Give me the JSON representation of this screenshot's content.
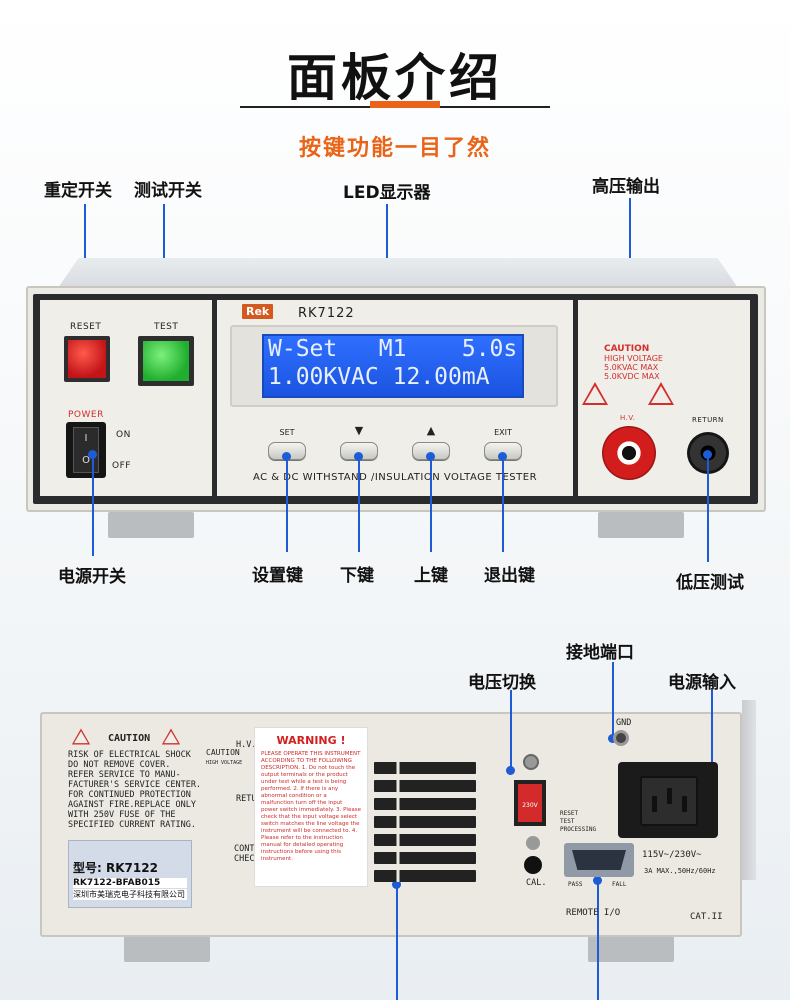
{
  "header": {
    "title": "面板介绍",
    "subtitle": "按键功能一目了然"
  },
  "front_callouts": {
    "reset_switch": "重定开关",
    "test_switch": "测试开关",
    "led_display": "LED显示器",
    "hv_output": "高压输出",
    "power_switch": "电源开关",
    "set_key": "设置键",
    "down_key": "下键",
    "up_key": "上键",
    "exit_key": "退出键",
    "low_voltage_test": "低压测试"
  },
  "rear_callouts": {
    "ground_port": "接地端口",
    "voltage_switch": "电压切换",
    "power_input": "电源输入"
  },
  "front_panel": {
    "reset_label": "RESET",
    "test_label": "TEST",
    "power_label": "POWER",
    "on_label": "ON",
    "off_label": "OFF",
    "brand": "Rek",
    "model": "RK7122",
    "lcd_line1": "W-Set   M1    5.0s",
    "lcd_line2": "1.00KVAC 12.00mA",
    "keys": [
      {
        "label": "SET",
        "symbol": ""
      },
      {
        "label": "",
        "symbol": "▼"
      },
      {
        "label": "",
        "symbol": "▲"
      },
      {
        "label": "EXIT",
        "symbol": ""
      }
    ],
    "tester_text": "AC & DC WITHSTAND /INSULATION VOLTAGE TESTER",
    "caution_title": "CAUTION",
    "caution_lines": [
      "HIGH VOLTAGE",
      "5.0KVAC MAX",
      "5.0KVDC MAX"
    ],
    "hv_label": "H.V.",
    "return_label": "RETURN"
  },
  "rear_panel": {
    "caution_title": "CAUTION",
    "caution_lines": [
      "RISK OF ELECTRICAL SHOCK",
      "DO NOT REMOVE COVER.",
      "REFER SERVICE TO MANU-",
      "FACTURER'S SERVICE CENTER.",
      "FOR CONTINUED PROTECTION",
      "AGAINST FIRE.REPLACE ONLY",
      "WITH 250V FUSE OF THE",
      "SPECIFIED CURRENT RATING."
    ],
    "hv_caution": "CAUTION",
    "hv_caution_sub": "HIGH VOLTAGE",
    "hv_label": "H.V.",
    "return_label": "RETU",
    "cont_label": "CONT",
    "chec_label": "CHEC",
    "warning_title": "WARNING !",
    "warning_body": "PLEASE OPERATE THIS INSTRUMENT ACCORDING TO THE FOLLOWING DESCRIPTION. 1. Do not touch the output terminals or the product under test while a test is being performed. 2. If there is any abnormal condition or a malfunction turn off the input power switch immediately. 3. Please check that the input voltage select switch matches the line voltage the instrument will be connected to. 4. Please refer to the instruction manual for detailed operating instructions before using this instrument.",
    "model_label": "型号: RK7122",
    "serial": "RK7122-BFAB015",
    "company": "深圳市美瑞克电子科技有限公司",
    "voltage_value": "230V",
    "gnd_label": "GND",
    "cal_label": "CAL.",
    "remote_labels": [
      "RESET",
      "TEST",
      "PROCESSING",
      "PASS",
      "FALL"
    ],
    "remote_io": "REMOTE I/O",
    "power_spec_1": "115V~/230V~",
    "power_spec_2": "3A MAX.,50Hz/60Hz",
    "cat_label": "CAT.II"
  },
  "colors": {
    "accent": "#e96418",
    "callout_line": "#1e5bd6",
    "lcd": "#1b54e0",
    "reset": "#c3141a",
    "test": "#1fae2f"
  }
}
